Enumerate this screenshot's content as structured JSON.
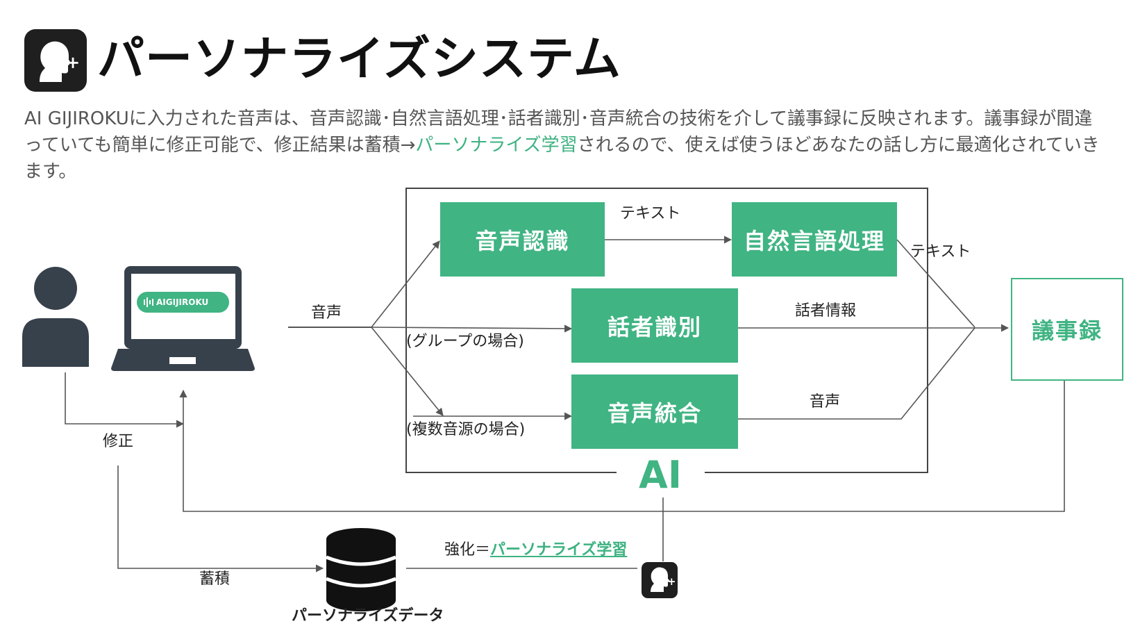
{
  "header": {
    "title": "パーソナライズシステム",
    "icon": "personalize-icon"
  },
  "intro": {
    "part1": "AI GIJIROKUに入力された音声は、音声認識･自然言語処理･話者識別･音声統合の技術を介して議事録に反映されます。議事録が間違っていても簡単に修正可能で、修正結果は蓄積→",
    "highlight": "パーソナライズ学習",
    "part2": "されるので、使えば使うほどあなたの話し方に最適化されていきます。"
  },
  "diagram": {
    "laptop_logo": "AIGIJIROKU",
    "input_label": "音声",
    "group_label": "(グループの場合)",
    "multi_source_label": "(複数音源の場合)",
    "boxes": {
      "speech_recognition": "音声認識",
      "nlp": "自然言語処理",
      "speaker_id": "話者識別",
      "voice_integration": "音声統合",
      "minutes": "議事録"
    },
    "edge_labels": {
      "text1": "テキスト",
      "text2": "テキスト",
      "speaker_info": "話者情報",
      "voice": "音声",
      "correction": "修正",
      "accumulate": "蓄積"
    },
    "ai_label": "AI",
    "enhance_label": "強化＝",
    "enhance_link": "パーソナライズ学習",
    "database_label": "パーソナライズデータ"
  },
  "colors": {
    "accent": "#40b483",
    "dark": "#1f1f1f",
    "person": "#37414b",
    "text_gray": "#555555"
  }
}
